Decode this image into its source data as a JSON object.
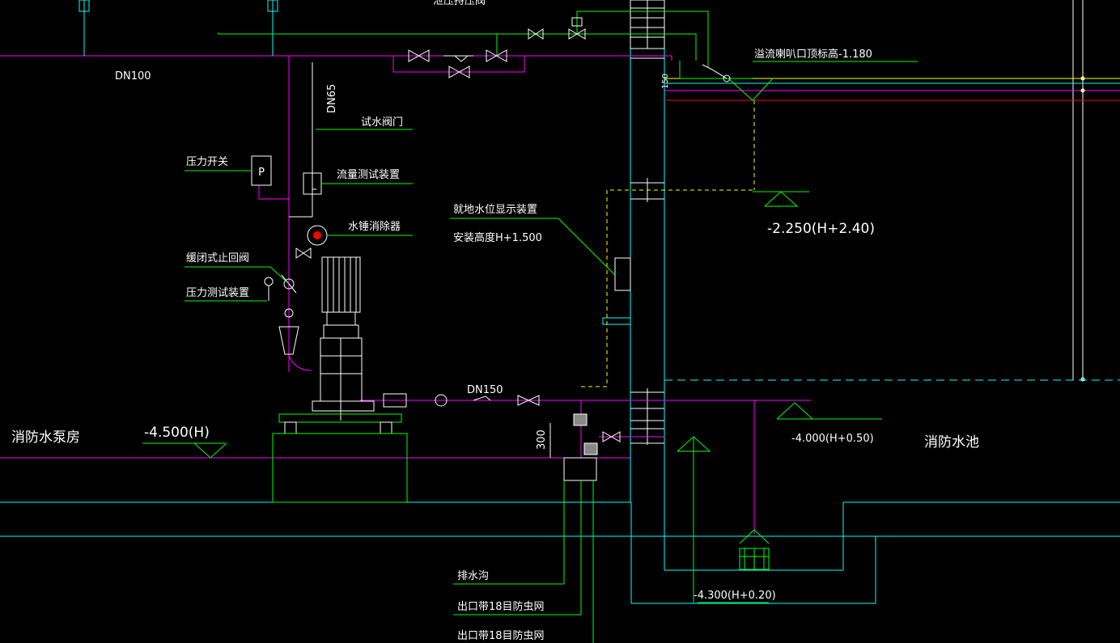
{
  "colors": {
    "background": "#000000",
    "magenta": "#ff00ff",
    "green": "#00ff00",
    "cyan": "#00ffff",
    "white": "#ffffff",
    "yellow": "#ffff00",
    "red": "#ff0000"
  },
  "labels": {
    "dn100": "DN100",
    "dn65": "DN65",
    "dn150": "DN150",
    "test_valve": "试水阀门",
    "pressure_switch": "压力开关",
    "pressure_switch_symbol": "P",
    "flow_test_device": "流量测试装置",
    "water_hammer_arrester": "水锤消除器",
    "slow_closing_check_valve": "缓闭式止回阀",
    "pressure_test_device": "压力测试装置",
    "level_display_device": "就地水位显示装置",
    "install_height": "安装高度H+1.500",
    "overflow_elevation": "溢流喇叭口顶标高-1.180",
    "top_cut_label": "泄压持压阀",
    "elev_neg_2250": "-2.250(H+2.40)",
    "elev_neg_4500": "-4.500(H)",
    "elev_neg_4000": "-4.000(H+0.50)",
    "elev_neg_4300": "-4.300(H+0.20)",
    "dim_300": "300",
    "dim_150": "150",
    "pump_room": "消防水泵房",
    "fire_pool": "消防水池",
    "drain_trench": "排水沟",
    "outlet_mesh_1": "出口带18目防虫网",
    "outlet_mesh_2": "出口带18目防虫网"
  }
}
